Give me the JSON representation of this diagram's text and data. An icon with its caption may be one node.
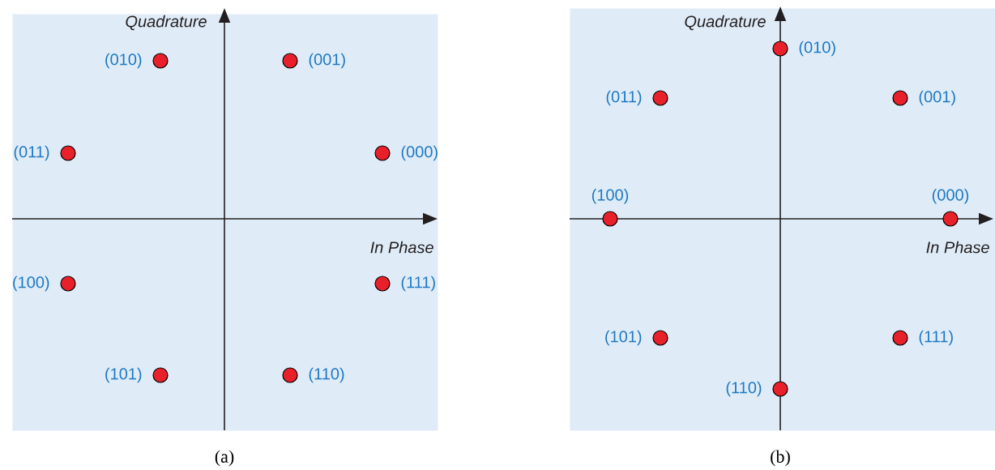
{
  "diagram": {
    "nodes": [
      {
        "text": [],
        "shape": "box",
        "beside": [
          "(a)"
        ]
      },
      {
        "text": [],
        "shape": "circle",
        "in": 0,
        "beside": [
          "(010)"
        ]
      },
      {
        "text": [],
        "shape": "circle",
        "in": 0,
        "beside": [
          "(001)"
        ]
      },
      {
        "text": [],
        "shape": "circle",
        "in": 0,
        "beside": [
          "(011)"
        ]
      },
      {
        "text": [],
        "shape": "circle",
        "in": 0,
        "beside": [
          "(000)"
        ]
      },
      {
        "text": [],
        "shape": "circle",
        "in": 0,
        "beside": [
          "(100)"
        ]
      },
      {
        "text": [],
        "shape": "circle",
        "in": 0,
        "beside": [
          "(111)"
        ]
      },
      {
        "text": [],
        "shape": "circle",
        "in": 0,
        "beside": [
          "(101)"
        ]
      },
      {
        "text": [],
        "shape": "circle",
        "in": 0,
        "beside": [
          "(110)"
        ]
      },
      {
        "text": [],
        "shape": "box",
        "beside": [
          "(b)"
        ]
      },
      {
        "text": [],
        "shape": "circle",
        "in": 9,
        "beside": [
          "(010)"
        ]
      },
      {
        "text": [],
        "shape": "circle",
        "in": 9,
        "beside": [
          "(011)"
        ]
      },
      {
        "text": [],
        "shape": "circle",
        "in": 9,
        "beside": [
          "(001)"
        ]
      },
      {
        "text": [],
        "shape": "circle",
        "in": 9,
        "beside": [
          "(100)"
        ]
      },
      {
        "text": [],
        "shape": "circle",
        "in": 9,
        "beside": [
          "(000)"
        ]
      },
      {
        "text": [],
        "shape": "circle",
        "in": 9,
        "beside": [
          "(101)"
        ]
      },
      {
        "text": [],
        "shape": "circle",
        "in": 9,
        "beside": [
          "(111)"
        ]
      },
      {
        "text": [],
        "shape": "circle",
        "in": 9,
        "beside": [
          "(110)"
        ]
      }
    ],
    "labels": [
      "Quadrature",
      "In Phase",
      "Quadrature",
      "In Phase"
    ]
  }
}
